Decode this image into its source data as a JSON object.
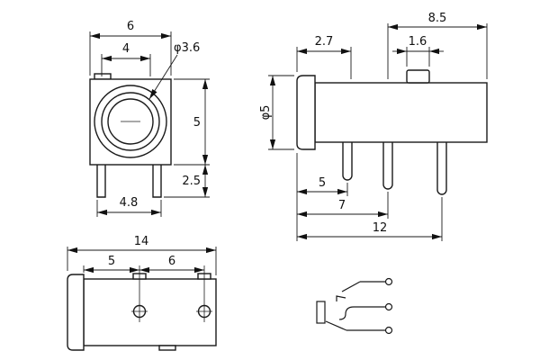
{
  "front_view": {
    "dim_width": "6",
    "dim_inner_width": "4",
    "dim_bore": "φ3.6",
    "dim_height": "5",
    "dim_pin_length": "2.5",
    "dim_pin_span": "4.8"
  },
  "side_view": {
    "dim_top_length": "8.5",
    "dim_front_offset": "2.7",
    "dim_tab_width": "1.6",
    "dim_barrel_dia": "φ5",
    "dim_pin1": "5",
    "dim_pin2": "7",
    "dim_pin3": "12"
  },
  "top_view": {
    "dim_total_length": "14",
    "dim_hole1_offset": "5",
    "dim_hole_pitch": "6"
  }
}
